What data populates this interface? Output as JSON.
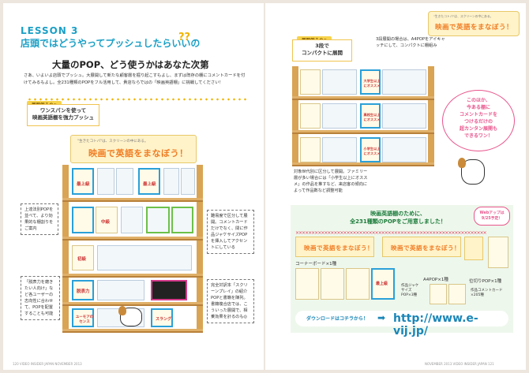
{
  "left": {
    "lesson_label": "LESSON 3",
    "lesson_title": "店頭ではどうやってプッシュしたらいいの",
    "qmark": "??",
    "headline": "大量のPOP、どう使うかはあなた次第",
    "intro": "さあ、いよいよ店頭でプッシュ。大展開して新たな顧客層を掘り起こすもよし、まずは既存の棚にコメントカードを付けてみるもよし。全231種類のPOPをフル活用して、貴店ならではの「映画英語棚」に挑戦してください！",
    "idea_tag": "展開例その①",
    "idea_text": "ワンスパンを使って\n映画英語棚を強力プッシュ",
    "banner_small": "\"生きたコトバ\"は、スクリーンの中にある。",
    "banner_main": "映画で英語をまなぼう！",
    "callout1": "上達法別POPを並べて、より効果的な棚割りをご案内",
    "callout2": "難易度で区分して展開。コメントカードだけでなく、間に作品ジャケサイズPOPを挿入してアクセントにしている",
    "callout3": "「脱表力を磨きたい人向け」など各ユーザーの志向性に合わせて、POPを配置することも可能",
    "callout4": "完全対訳本「スクリーンプレイ」の紹介POPと書籍を陳列。書籍複合店では、こういった展開で、相乗効果を計るのも◎",
    "shelf_labels": [
      "最上級",
      "中級",
      "初級",
      "最上級",
      "脱表力",
      "ユーモアのセンス",
      "スラング"
    ],
    "footer": "120 VIDEO INSIDER JAPAN NOVEMBER 2013"
  },
  "right": {
    "badge_small": "\"生きたコトバ\"は、スクリーンの中にある。",
    "badge_main": "映画で英語をまなぼう！",
    "idea_tag": "展開例その②",
    "idea_text": "3段で\nコンパクトに展開",
    "note_top": "3段展開の場合は、A4POPをアイキャッチにして、コンパクトに棚組み",
    "note_bottom": "対象世代別に区分して展開。ファミリー層が多い場合には「小学生以上にオススメ」の作品を推すなど、来店客の傾向によって作品数など調整可能",
    "shelf_labels": [
      "大学生以上にオススメ",
      "高校生以上にオススメ",
      "小学生以上にオススメ"
    ],
    "bubble": "このほか、\n今ある棚に\nコメントカードを\nつけるだけの\n超カンタン展開も\nできるワン！",
    "dl_title": "映画英語棚のために、\n全231種類のPOPをご用意しました！",
    "dl_badge": "Webアップは\n9/25予定！",
    "items": [
      {
        "label": "コーナーボード×1種"
      },
      {
        "label": "A4POP×1種"
      },
      {
        "label": "位切りPOP×1種"
      },
      {
        "label": "作品ジャケサイズPOP×3種"
      },
      {
        "label": "作品コメントカード×205種"
      },
      {
        "label": "最上級"
      }
    ],
    "dl_label": "ダウンロードはコチラから！",
    "dl_url": "http://www.e-vij.jp/",
    "footer": "NOVEMBER 2013 VIDEO INSIDER JAPAN 121"
  },
  "colors": {
    "accent": "#1aa0c6",
    "orange": "#f07d24",
    "pink": "#e8558c",
    "wood": "#e0b069"
  }
}
